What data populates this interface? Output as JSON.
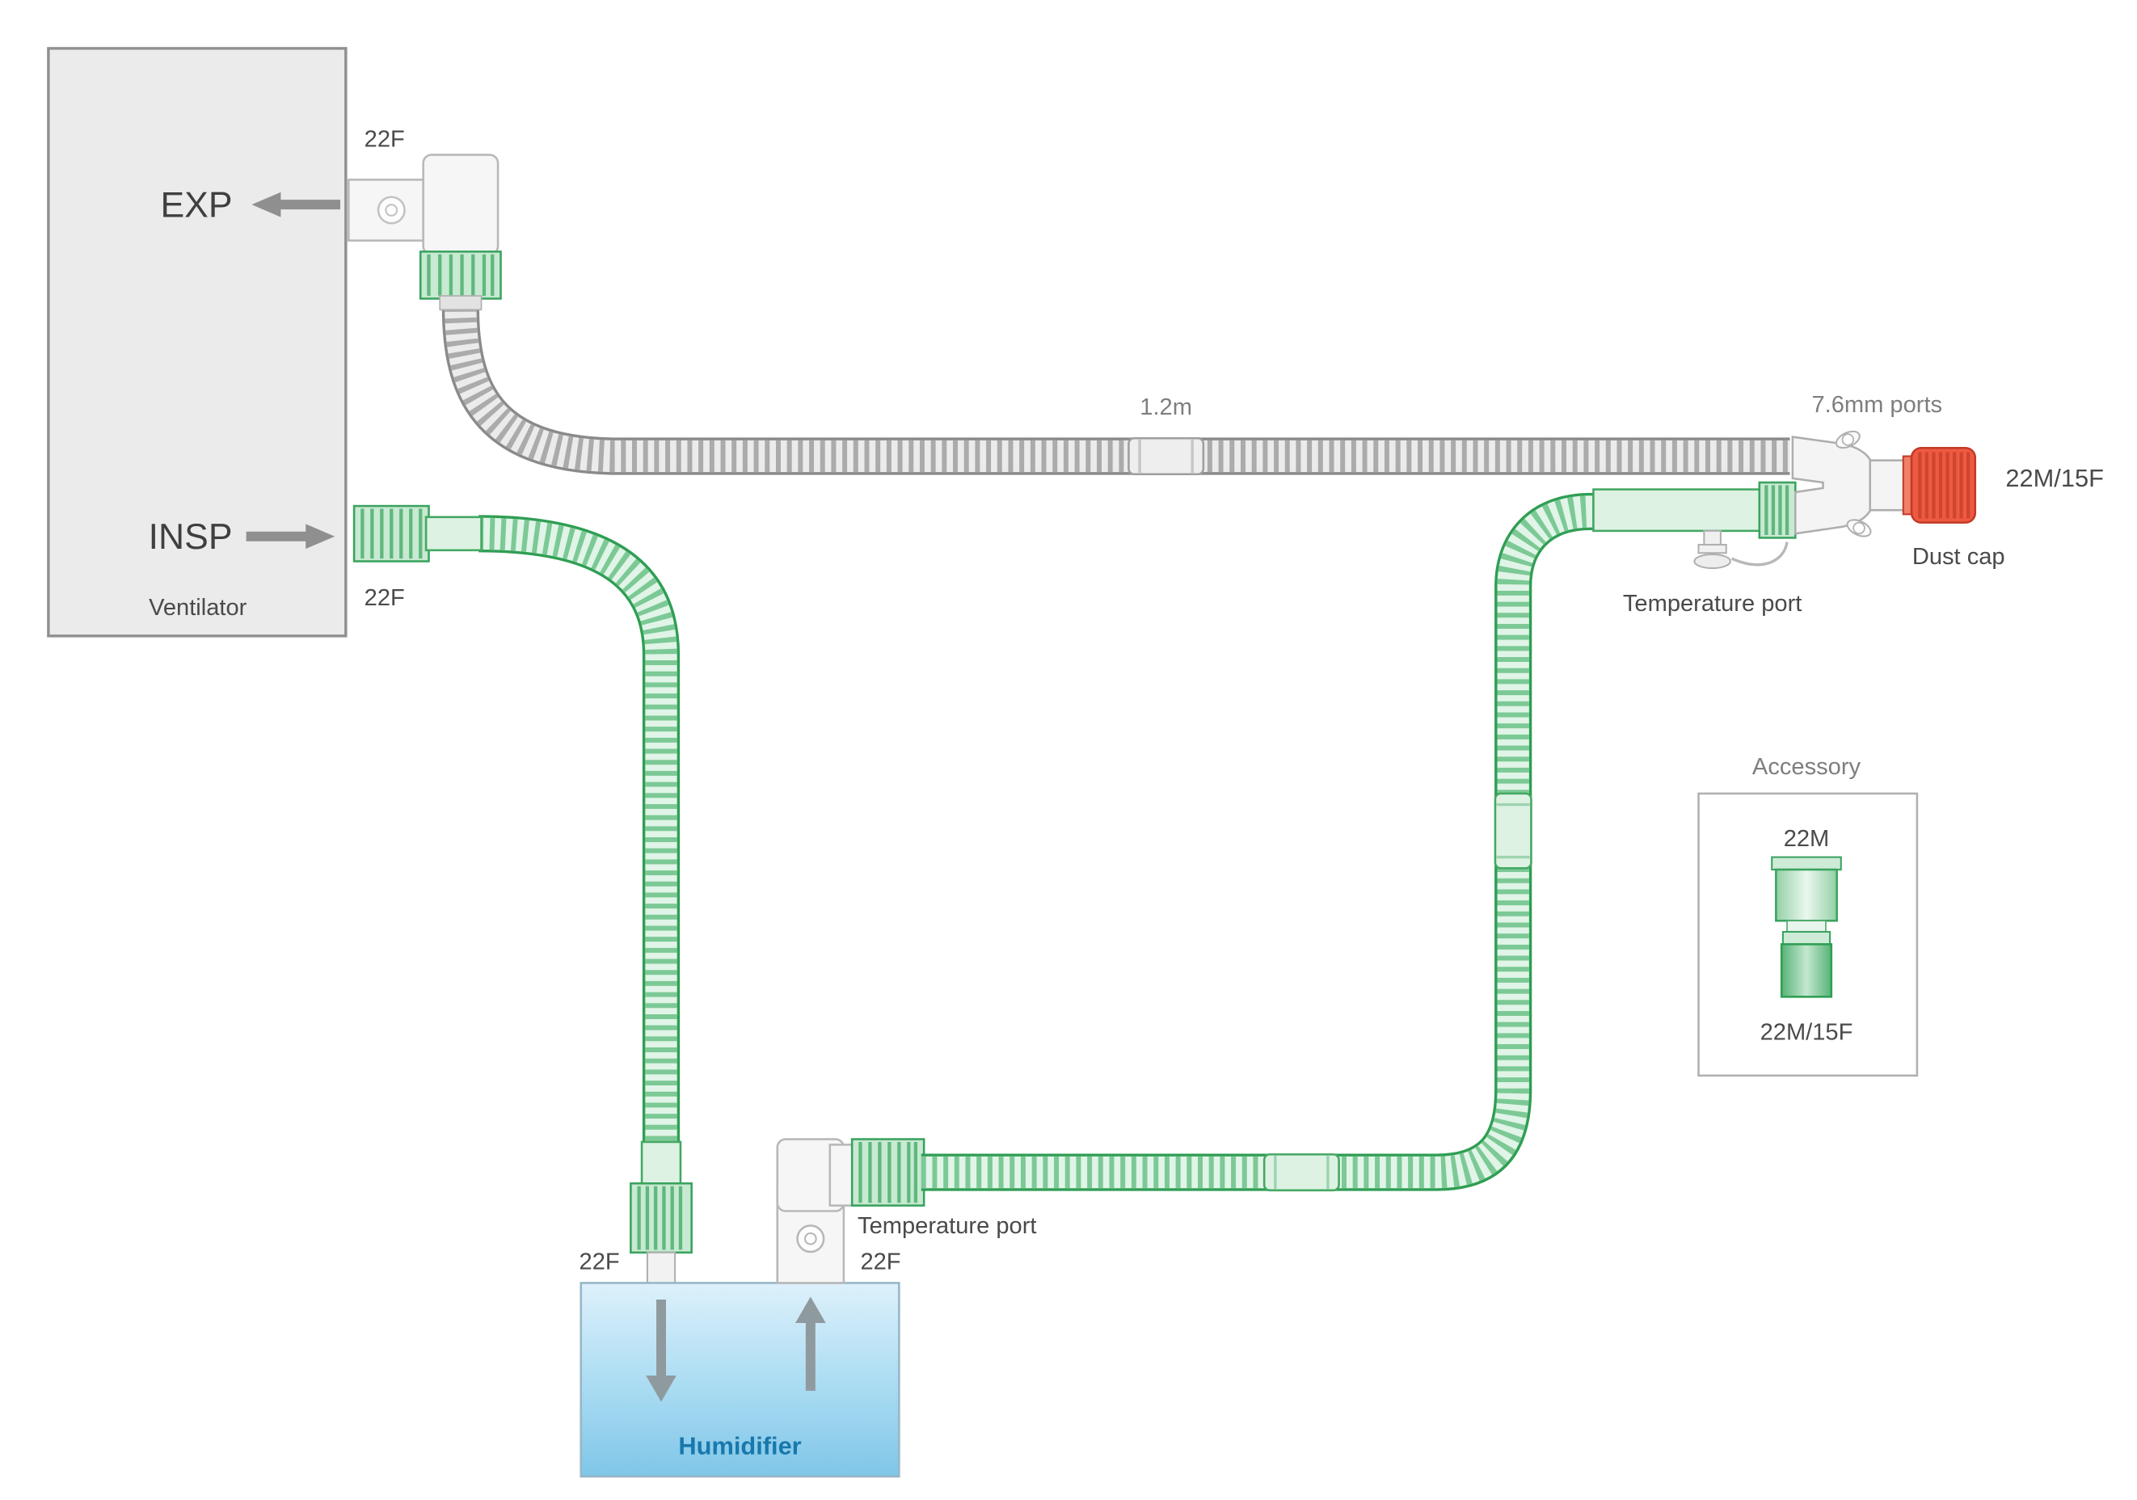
{
  "ventilator": {
    "name": "Ventilator",
    "exp": "EXP",
    "insp": "INSP",
    "exp_connector": "22F",
    "insp_connector": "22F"
  },
  "expiratory_limb": {
    "length": "1.2m"
  },
  "wye": {
    "ports": "7.6mm ports",
    "patient_connector": "22M/15F",
    "dust_cap": "Dust cap",
    "temperature_port": "Temperature port"
  },
  "inspiratory_limb": {
    "humidifier_inlet_connector": "22F",
    "humidifier_outlet_connector": "22F",
    "elbow_temperature_port": "Temperature port"
  },
  "humidifier": {
    "name": "Humidifier"
  },
  "accessory": {
    "title": "Accessory",
    "label_top": "22M",
    "label_bottom": "22M/15F"
  },
  "colors": {
    "green": "#3aa35f",
    "tube_gray": "#9a9a9a",
    "dust_cap_red": "#ee5a41",
    "humidifier_blue": "#8ecbe9",
    "ventilator_gray": "#ebebeb"
  }
}
